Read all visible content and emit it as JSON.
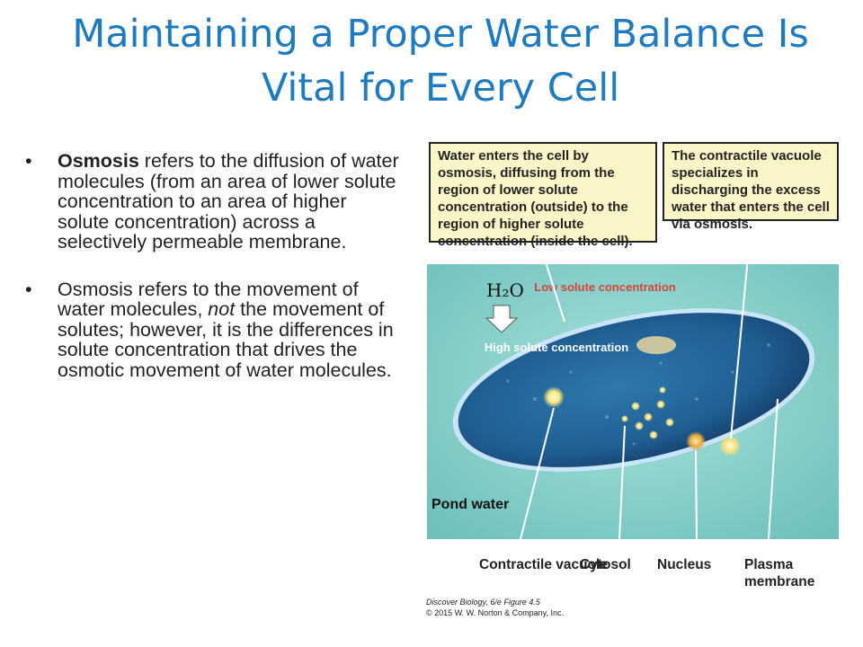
{
  "slide": {
    "title_line1": "Maintaining a Proper Water Balance Is",
    "title_line2": "Vital for Every Cell"
  },
  "bullets": [
    {
      "marker": "•",
      "term": "Osmosis",
      "text": " refers to the diffusion of water molecules (from an area of lower solute concentration to an area of higher solute concentration) across a selectively permeable membrane."
    },
    {
      "marker": "•",
      "text_before": "Osmosis refers to the movement of water molecules, ",
      "emphasis": "not",
      "text_after": " the movement of solutes; however, it is the differences in solute concentration that drives the osmotic movement of water molecules."
    }
  ],
  "figure": {
    "callout_left": "Water enters the cell by osmosis, diffusing from the region of lower solute concentration (outside) to the region of higher solute concentration (inside the cell).",
    "callout_right": "The contractile vacuole specializes in discharging the excess water that enters the cell via osmosis.",
    "h2o_label": "H₂O",
    "low_solute": "Low solute concentration",
    "high_solute": "High solute concentration",
    "pond_water": "Pond water",
    "labels": {
      "contractile_vacuole": "Contractile vacuole",
      "cytosol": "Cytosol",
      "nucleus": "Nucleus",
      "plasma_membrane": "Plasma membrane"
    },
    "credit_line1": "Discover Biology, 6/e Figure 4.5",
    "credit_line2": "© 2015 W. W. Norton & Company, Inc."
  },
  "colors": {
    "title": "#1f7bc1",
    "callout_bg": "#fbf6c7",
    "pond_water": "#8fd3cc",
    "cell_interior": "#1f5f94",
    "solute_label": "#d2463c"
  }
}
